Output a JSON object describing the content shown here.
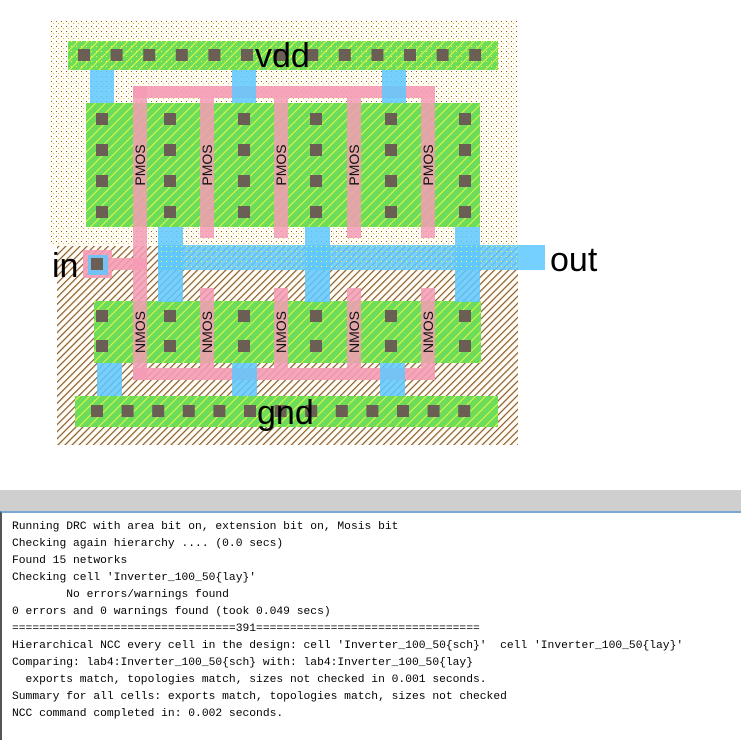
{
  "layout_view": {
    "labels": {
      "vdd": "vdd",
      "gnd": "gnd",
      "in": "in",
      "out": "out"
    },
    "pmos_label": "PMOS",
    "nmos_label": "NMOS",
    "pmos_count": 5,
    "nmos_count": 5,
    "colors": {
      "active": "#6ddc5a",
      "metal1": "#5ec8ff",
      "poly": "#f59bb5",
      "contact": "#6b5f55",
      "well_dots": "#8a5a2a",
      "hatch_yellow": "#ffff00"
    }
  },
  "console": {
    "lines": [
      "Running DRC with area bit on, extension bit on, Mosis bit",
      "Checking again hierarchy .... (0.0 secs)",
      "Found 15 networks",
      "Checking cell 'Inverter_100_50{lay}'",
      "        No errors/warnings found",
      "0 errors and 0 warnings found (took 0.049 secs)",
      "=================================391=================================",
      "Hierarchical NCC every cell in the design: cell 'Inverter_100_50{sch}'  cell 'Inverter_100_50{lay}'",
      "Comparing: lab4:Inverter_100_50{sch} with: lab4:Inverter_100_50{lay}",
      "  exports match, topologies match, sizes not checked in 0.001 seconds.",
      "Summary for all cells: exports match, topologies match, sizes not checked",
      "NCC command completed in: 0.002 seconds."
    ]
  }
}
